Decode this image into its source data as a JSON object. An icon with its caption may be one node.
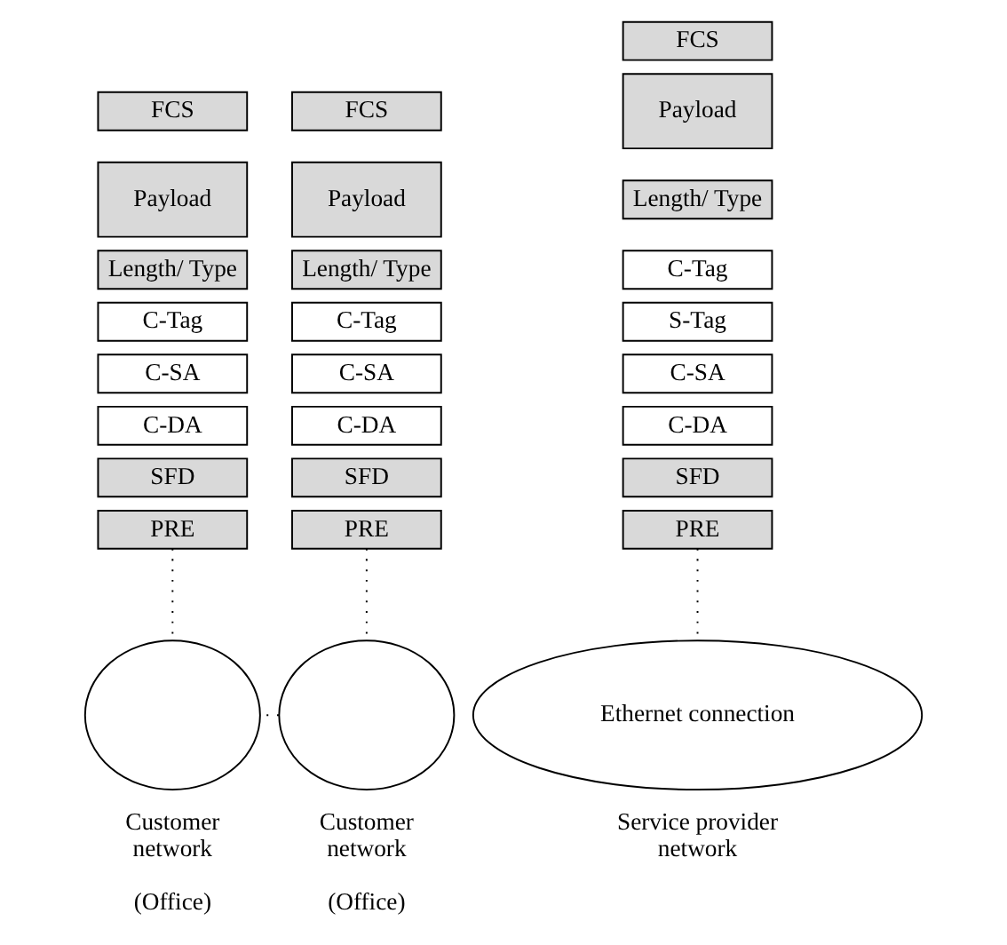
{
  "diagram": {
    "nodes": [
      {
        "text": [
          "FCS"
        ]
      },
      {
        "text": [
          "Payload"
        ]
      },
      {
        "text": [
          "Length/ Type"
        ]
      },
      {
        "text": [
          "C-Tag"
        ]
      },
      {
        "text": [
          "C-SA"
        ]
      },
      {
        "text": [
          "C-DA"
        ]
      },
      {
        "text": [
          "SFD"
        ]
      },
      {
        "text": [
          "PRE"
        ]
      },
      {
        "text": [
          "FCS"
        ]
      },
      {
        "text": [
          "Payload"
        ]
      },
      {
        "text": [
          "Length/ Type"
        ]
      },
      {
        "text": [
          "C-Tag"
        ]
      },
      {
        "text": [
          "S-Tag"
        ]
      },
      {
        "text": [
          "C-SA"
        ]
      },
      {
        "text": [
          "C-DA"
        ]
      },
      {
        "text": [
          "SFD"
        ]
      },
      {
        "text": [
          "PRE"
        ]
      },
      {
        "text": [
          "FCS"
        ]
      },
      {
        "text": [
          "Payload"
        ]
      },
      {
        "text": [
          "Length/ Type"
        ]
      },
      {
        "text": [
          "C-Tag"
        ]
      },
      {
        "text": [
          "C-SA"
        ]
      },
      {
        "text": [
          "C-DA"
        ]
      },
      {
        "text": [
          "SFD"
        ]
      },
      {
        "text": [
          "PRE"
        ]
      },
      {
        "text": [],
        "shape": "circle",
        "beside": [
          "Customer network",
          "(Office)"
        ]
      },
      {
        "text": [
          "Ethernet connection"
        ],
        "beside": [
          "Service provider network"
        ]
      },
      {
        "text": [],
        "shape": "circle",
        "beside": [
          "Customer network",
          "(Office)"
        ]
      }
    ],
    "edges": [
      {
        "from": 7,
        "to": 25,
        "arrow": "none",
        "style": "dashed"
      },
      {
        "from": 16,
        "to": 26,
        "arrow": "none",
        "style": "dashed"
      },
      {
        "from": 24,
        "to": 27,
        "arrow": "none",
        "style": "dashed"
      },
      {
        "from": 25,
        "to": 27,
        "arrow": "none",
        "style": "dashed"
      }
    ]
  }
}
